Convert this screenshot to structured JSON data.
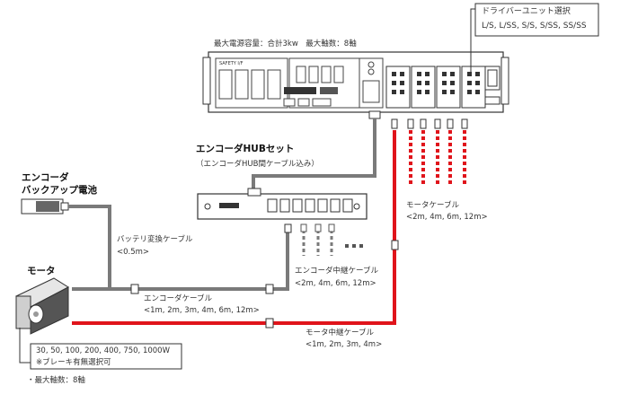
{
  "controller": {
    "spec_label": "最大電源容量：合計3kw　最大軸数：8軸",
    "tiny_label": "SAFETY I/F"
  },
  "driver_unit": {
    "title": "ドライバーユニット選択",
    "options": "L/S, L/SS, S/S, S/SS, SS/SS"
  },
  "encoder_hub": {
    "title": "エンコーダHUBセット",
    "subtitle": "（エンコーダHUB間ケーブル込み）"
  },
  "battery": {
    "line1": "エンコーダ",
    "line2": "バックアップ電池"
  },
  "battery_cable": {
    "title": "バッテリ変換ケーブル",
    "length": "<0.5m>"
  },
  "motor": {
    "label": "モータ",
    "wattages": "30, 50, 100, 200, 400, 750, 1000W",
    "brake_note": "※ブレーキ有無選択可"
  },
  "encoder_cable": {
    "title": "エンコーダケーブル",
    "lengths": "<1m, 2m, 3m, 4m, 6m, 12m>"
  },
  "encoder_relay_cable": {
    "title": "エンコーダ中継ケーブル",
    "lengths": "<2m, 4m, 6m, 12m>"
  },
  "motor_cable": {
    "title": "モータケーブル",
    "lengths": "<2m, 4m, 6m, 12m>"
  },
  "motor_relay_cable": {
    "title": "モータ中継ケーブル",
    "lengths": "<1m, 2m, 3m, 4m>"
  },
  "footer_note": "・最大軸数：8軸",
  "colors": {
    "motor_cable": "#e0141b",
    "encoder_cable": "#7a7a7a",
    "outline": "#333333"
  }
}
